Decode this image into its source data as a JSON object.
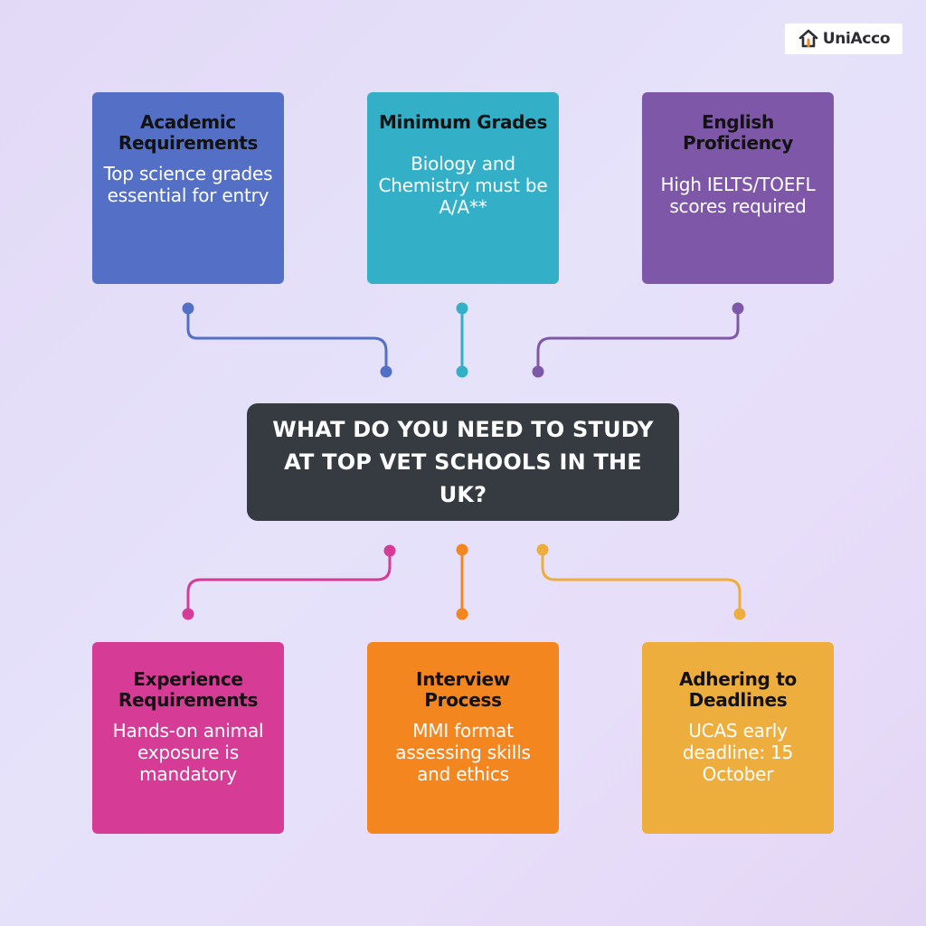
{
  "brand": {
    "name": "UniAcco",
    "icon": "house-logo-icon"
  },
  "center": {
    "title": "WHAT DO YOU NEED TO STUDY AT TOP VET SCHOOLS IN THE UK?"
  },
  "cards": [
    {
      "title": "Academic Requirements",
      "body": "Top science grades essential for entry",
      "color": "#5470c6"
    },
    {
      "title": "Minimum Grades",
      "body": "Biology and Chemistry must be A/A**",
      "color": "#33b0c8"
    },
    {
      "title": "English Proficiency",
      "body": "High IELTS/TOEFL scores required",
      "color": "#7f57a8"
    },
    {
      "title": "Experience Requirements",
      "body": "Hands-on animal exposure is mandatory",
      "color": "#d63b96"
    },
    {
      "title": "Interview Process",
      "body": "MMI format assessing skills and ethics",
      "color": "#f4861f"
    },
    {
      "title": "Adhering to Deadlines",
      "body": "UCAS early deadline: 15 October",
      "color": "#eeae3d"
    }
  ]
}
